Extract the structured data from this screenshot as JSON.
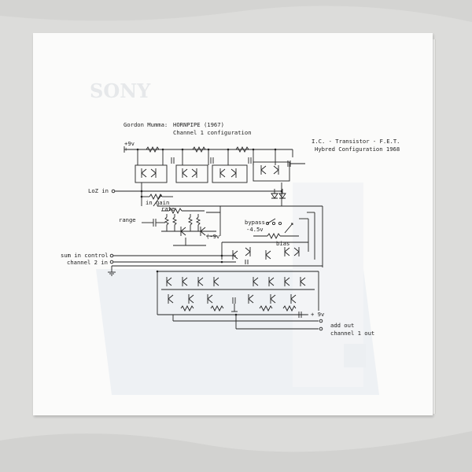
{
  "header": {
    "composer": "Gordon Mumma:",
    "title": "HORNPIPE (1967)",
    "subtitle": "Channel 1 configuration"
  },
  "notes": {
    "line1": "I.C. - Transistor - F.E.T.",
    "line2": "Hybred Configuration 1968"
  },
  "labels": {
    "plus9v_top": "+9v",
    "plus_top": "+",
    "loz_in": "LoZ in",
    "in_gain": "in gain",
    "rate": "rate",
    "range": "range",
    "minus9v": "(-9v",
    "bypass": "bypass",
    "minus45v": "-4.5v",
    "bias": "bias",
    "sum_in_control": "sum in control",
    "channel2_in": "channel 2 in",
    "plus9v_bottom": "+ 9v",
    "add_out": "add out",
    "channel1_out": "channel 1 out"
  },
  "showthrough": {
    "brand": "SONY"
  },
  "colors": {
    "ink": "#222222",
    "paper": "#fbfbfa",
    "backdrop": "#dcdcda",
    "ghost": "#b9c6d2"
  }
}
